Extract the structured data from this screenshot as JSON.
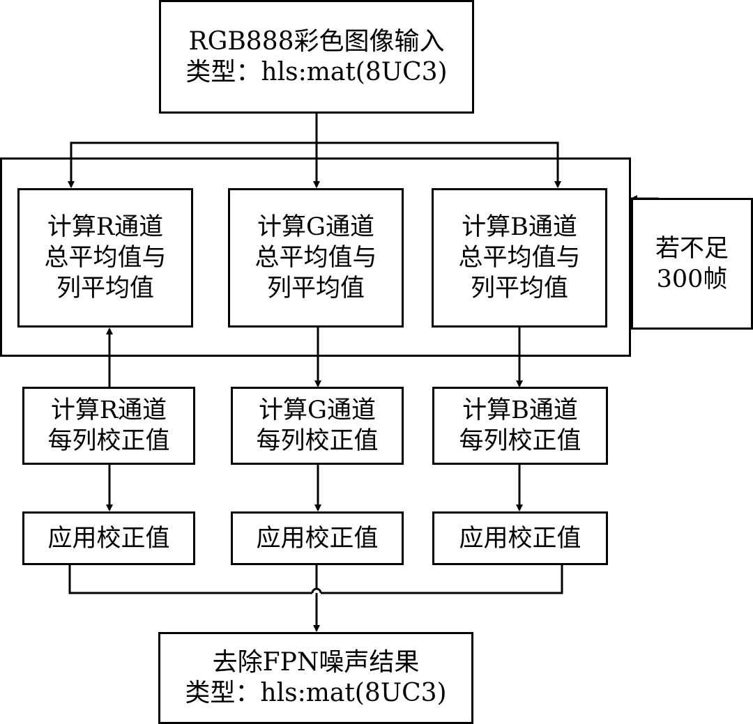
{
  "input": {
    "line1": "RGB888彩色图像输入",
    "line2": "类型：hls:mat(8UC3)"
  },
  "avg": {
    "r": [
      "计算R通道",
      "总平均值与",
      "列平均值"
    ],
    "g": [
      "计算G通道",
      "总平均值与",
      "列平均值"
    ],
    "b": [
      "计算B通道",
      "总平均值与",
      "列平均值"
    ]
  },
  "loop": [
    "若不足",
    "300帧"
  ],
  "corr": {
    "r": [
      "计算R通道",
      "每列校正值"
    ],
    "g": [
      "计算G通道",
      "每列校正值"
    ],
    "b": [
      "计算B通道",
      "每列校正值"
    ]
  },
  "apply": {
    "r": "应用校正值",
    "g": "应用校正值",
    "b": "应用校正值"
  },
  "output": {
    "line1": "去除FPN噪声结果",
    "line2": "类型：hls:mat(8UC3)"
  }
}
